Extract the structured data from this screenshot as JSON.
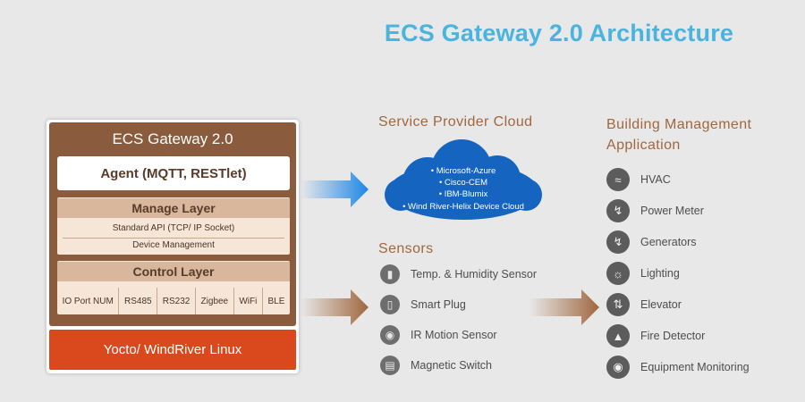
{
  "title": "ECS Gateway 2.0 Architecture",
  "gateway": {
    "title": "ECS Gateway 2.0",
    "agent": "Agent (MQTT, RESTlet)",
    "manage_layer": {
      "title": "Manage Layer",
      "items": [
        "Standard API (TCP/ IP Socket)",
        "Device Management"
      ]
    },
    "control_layer": {
      "title": "Control Layer",
      "ports": [
        "IO Port NUM",
        "RS485",
        "RS232",
        "Zigbee",
        "WiFi",
        "BLE"
      ]
    },
    "os": "Yocto/ WindRiver Linux"
  },
  "cloud": {
    "title": "Service Provider Cloud",
    "items": [
      "• Microsoft-Azure",
      "• Cisco-CEM",
      "• IBM-Blumix",
      "• Wind River-Helix Device Cloud"
    ]
  },
  "sensors": {
    "title": "Sensors",
    "items": [
      {
        "label": "Temp. & Humidity Sensor",
        "icon": "thermometer-icon"
      },
      {
        "label": "Smart Plug",
        "icon": "plug-icon"
      },
      {
        "label": "IR Motion Sensor",
        "icon": "motion-sensor-icon"
      },
      {
        "label": "Magnetic Switch",
        "icon": "magnetic-switch-icon"
      }
    ]
  },
  "bma": {
    "title_line1": "Building Management",
    "title_line2": "Application",
    "items": [
      {
        "label": "HVAC",
        "icon": "wind-icon"
      },
      {
        "label": "Power Meter",
        "icon": "lightning-icon"
      },
      {
        "label": "Generators",
        "icon": "bolt-icon"
      },
      {
        "label": "Lighting",
        "icon": "lightbulb-icon"
      },
      {
        "label": "Elevator",
        "icon": "elevator-icon"
      },
      {
        "label": "Fire Detector",
        "icon": "fire-icon"
      },
      {
        "label": "Equipment Monitoring",
        "icon": "eye-icon"
      }
    ]
  },
  "colors": {
    "title": "#4ab3e0",
    "gateway_brown": "#8a5b3d",
    "layer_header": "#d9b79d",
    "os_orange": "#d9491d",
    "cloud_blue": "#1565c0",
    "heading_brown": "#a0673f"
  }
}
